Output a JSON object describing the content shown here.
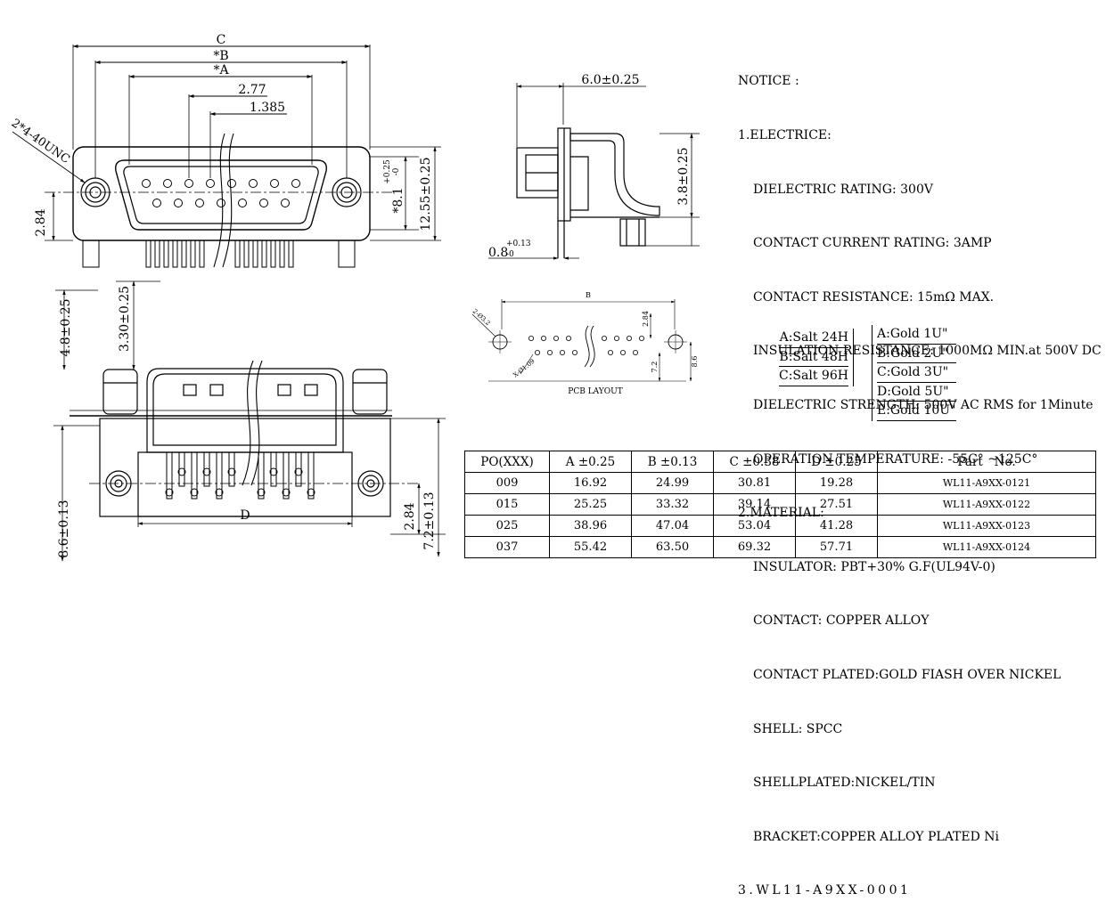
{
  "top_view": {
    "dim_c": "C",
    "dim_b": "*B",
    "dim_a": "*A",
    "dim_277": "2.77",
    "dim_1385": "1.385",
    "thread_label": "2*4-40UNC",
    "dim_284_left": "2.84",
    "dim_81_main": "*8.1",
    "dim_81_tol_up": "+0.25",
    "dim_81_tol_dn": "-0",
    "dim_1255": "12.55±0.25"
  },
  "bottom_view": {
    "dim_48": "4.8±0.25",
    "dim_330": "3.30±0.25",
    "dim_d": "D",
    "dim_86": "8.6±0.13",
    "dim_284": "2.84",
    "dim_72": "7.2±0.13"
  },
  "side_view": {
    "dim_60": "6.0±0.25",
    "dim_38": "3.8±0.25",
    "dim_08_main": "0.8",
    "dim_08_tol_up": "+0.13",
    "dim_08_tol_dn": "-0"
  },
  "pcb": {
    "label": "PCB LAYOUT",
    "dim_b": "B",
    "dim_284": "2.84",
    "dim_72": "7.2",
    "dim_86": "8.6",
    "hole_left": "2-Ø3.2",
    "hole_pins": "X-Ø1.09"
  },
  "notice": {
    "lines": [
      "NOTICE :",
      "1.ELECTRICE:",
      "DIELECTRIC RATING: 300V",
      "CONTACT CURRENT RATING: 3AMP",
      "CONTACT RESISTANCE: 15mΩ MAX.",
      "INSULATION RESISTANCE: 1000MΩ MIN.at 500V DC",
      "DIELECTRIC STRENGTH: 500V AC RMS for 1Minute",
      "OPERATION TEMPERATURE: -55C° ~125C°",
      "2.MATERIAL:",
      "INSULATOR: PBT+30% G.F(UL94V-0)",
      "CONTACT: COPPER ALLOY",
      "CONTACT PLATED:GOLD FIASH OVER NICKEL",
      "SHELL: SPCC",
      "SHELLPLATED:NICKEL/TIN",
      "BRACKET:COPPER ALLOY PLATED Ni"
    ],
    "part_code": "3.WL11-A9XX-0001",
    "salt_options": [
      "A:Salt 24H",
      "B:Salt 48H",
      "C:Salt 96H"
    ],
    "gold_options": [
      "A:Gold 1U\"",
      "B:Gold 2U\"",
      "C:Gold 3U\"",
      "D:Gold 5U\"",
      "E:Gold 10U\""
    ]
  },
  "table": {
    "headers": [
      "PO(XXX)",
      "A ±0.25",
      "B ±0.13",
      "C ±0.38",
      "D ±0.25",
      "Part   No."
    ],
    "rows": [
      [
        "009",
        "16.92",
        "24.99",
        "30.81",
        "19.28",
        "WL11-A9XX-0121"
      ],
      [
        "015",
        "25.25",
        "33.32",
        "39.14",
        "27.51",
        "WL11-A9XX-0122"
      ],
      [
        "025",
        "38.96",
        "47.04",
        "53.04",
        "41.28",
        "WL11-A9XX-0123"
      ],
      [
        "037",
        "55.42",
        "63.50",
        "69.32",
        "57.71",
        "WL11-A9XX-0124"
      ]
    ]
  }
}
